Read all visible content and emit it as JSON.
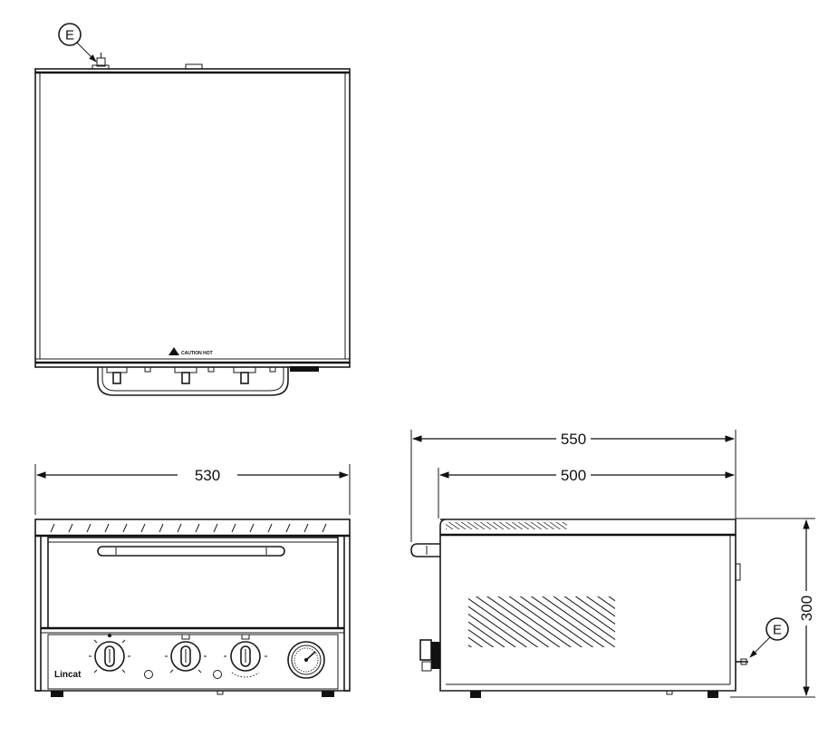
{
  "callouts": {
    "top_view": "E",
    "side_view": "E"
  },
  "dimensions": {
    "front_width": "530",
    "side_overall_depth": "550",
    "side_body_depth": "500",
    "side_height": "300"
  },
  "labels": {
    "caution_sign": "CAUTION HOT",
    "brand_logo": "Lincat"
  }
}
